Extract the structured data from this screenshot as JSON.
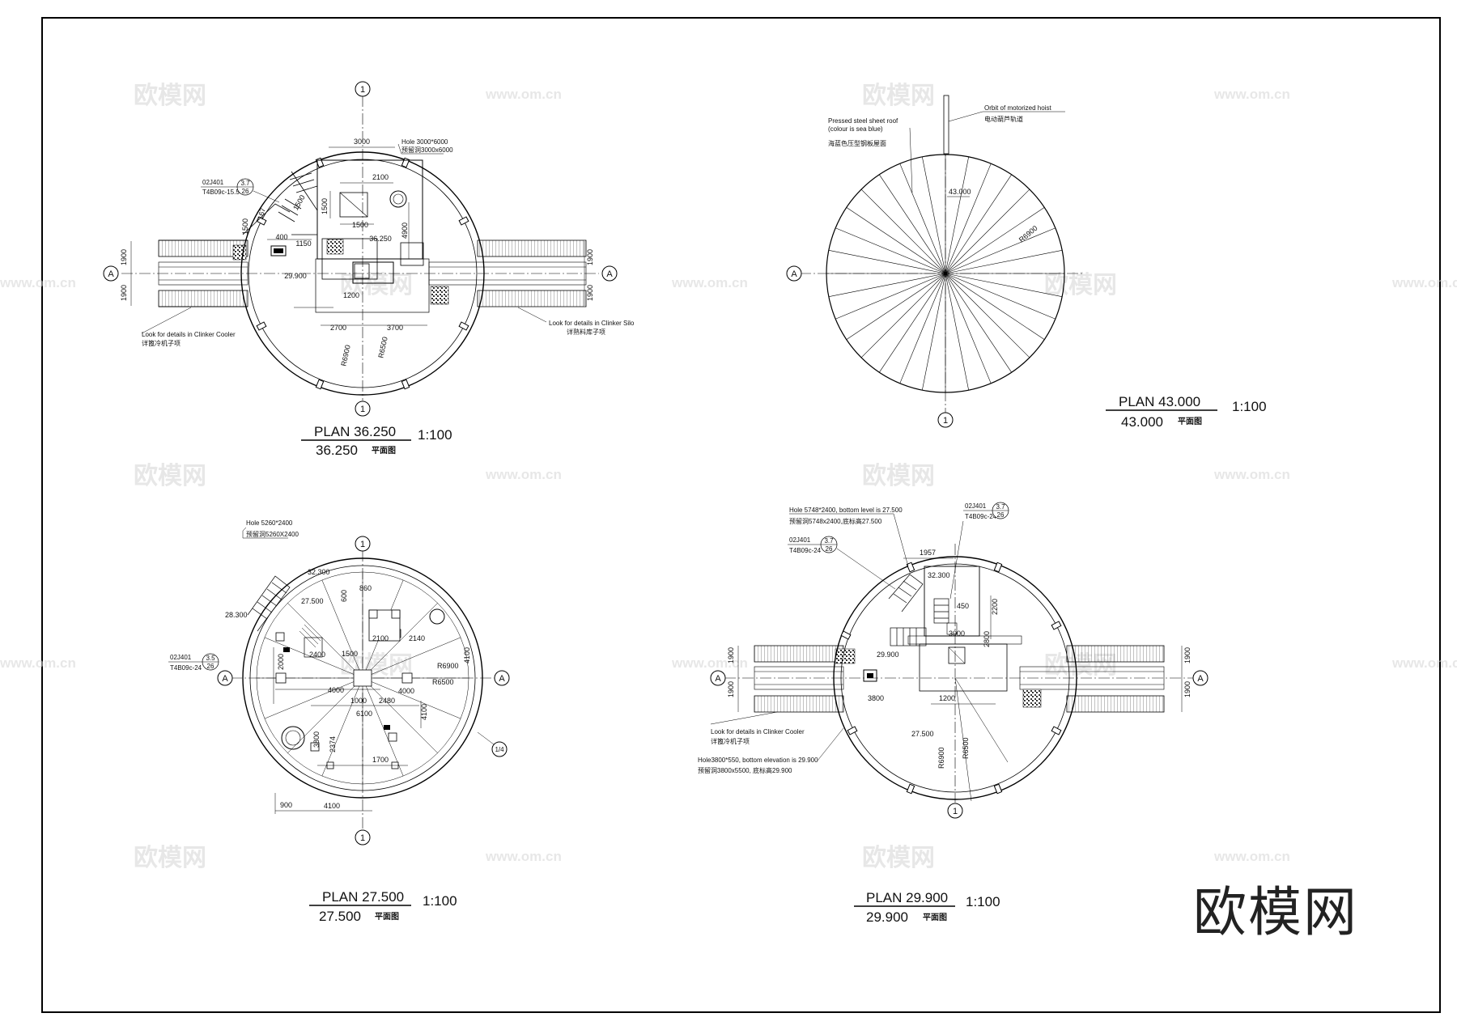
{
  "watermark": {
    "brand": "欧模网",
    "url": "www.om.cn"
  },
  "logo": "欧模网",
  "axis": {
    "one": "1",
    "a": "A",
    "half": "1/4"
  },
  "plans": {
    "p36": {
      "title": "PLAN  36.250",
      "elevation": "36.250",
      "cn": "平面图",
      "scale": "1:100",
      "hole_en": "Hole 3000*6000",
      "hole_cn": "预留洞3000x6000",
      "ref_code": "02J401",
      "ref_detail": "T4B09c-15.5",
      "bubble_top": "3.7",
      "bubble_bot": "26",
      "note_left_en": "Look for details in Clinker Cooler",
      "note_left_cn": "详篦冷机子项",
      "note_right_en": "Look for details in Clinker Silo",
      "note_right_cn": "详熟料库子项",
      "dims": [
        "3000",
        "2100",
        "1500",
        "1500",
        "36.250",
        "4900",
        "1150",
        "400",
        "29.900",
        "1200",
        "2700",
        "3700",
        "1900",
        "1900",
        "1900",
        "1900",
        "R6900",
        "R6500",
        "167",
        "1500",
        "1500"
      ]
    },
    "p43": {
      "title": "PLAN   43.000",
      "elevation": "43.000",
      "cn": "平面图",
      "scale": "1:100",
      "roof_en1": "Pressed steel sheet roof",
      "roof_en2": "(colour is sea blue)",
      "roof_cn": "海蓝色压型钢板屋面",
      "hoist_en": "Orbit of motorized hoist",
      "hoist_cn": "电动葫芦轨道",
      "level": "43.000",
      "radius": "R6900"
    },
    "p27": {
      "title": "PLAN  27.500",
      "elevation": "27.500",
      "cn": "平面图",
      "scale": "1:100",
      "hole_en": "Hole 5260*2400",
      "hole_cn": "预留洞5260X2400",
      "ref_code": "02J401",
      "ref_detail": "T4B09c-24",
      "bubble_top": "3.5",
      "bubble_bot": "26",
      "dims": [
        "32.300",
        "28.300",
        "27.500",
        "860",
        "600",
        "2100",
        "2140",
        "2400",
        "1500",
        "4000",
        "R6900",
        "R6500",
        "4000",
        "1000",
        "2480",
        "6100",
        "4100",
        "1700",
        "900",
        "4100",
        "3800",
        "2374",
        "2000",
        "4100"
      ]
    },
    "p29": {
      "title": "PLAN   29.900",
      "elevation": "29.900",
      "cn": "平面图",
      "scale": "1:100",
      "hole_en": "Hole 5748*2400, bottom level is 27.500",
      "hole_cn": "预留洞5748x2400,底标高27.500",
      "ref_code": "02J401",
      "ref_detail": "T4B09c-24",
      "bubble_top": "3.7",
      "bubble_bot": "26",
      "ref2_code": "02J401",
      "ref2_detail": "T4B09c-24",
      "note_left_en": "Look for details in Clinker Cooler",
      "note_left_cn": "详篦冷机子项",
      "hole2_en": "Hole3800*550, bottom elevation is 29.900",
      "hole2_cn": "预留洞3800x5500, 底标高29.900",
      "dims": [
        "1957",
        "32.300",
        "450",
        "2200",
        "3000",
        "29.900",
        "3800",
        "1200",
        "27.500",
        "R6900",
        "R6500",
        "1900",
        "1900",
        "1900",
        "1900",
        "2800"
      ]
    }
  }
}
